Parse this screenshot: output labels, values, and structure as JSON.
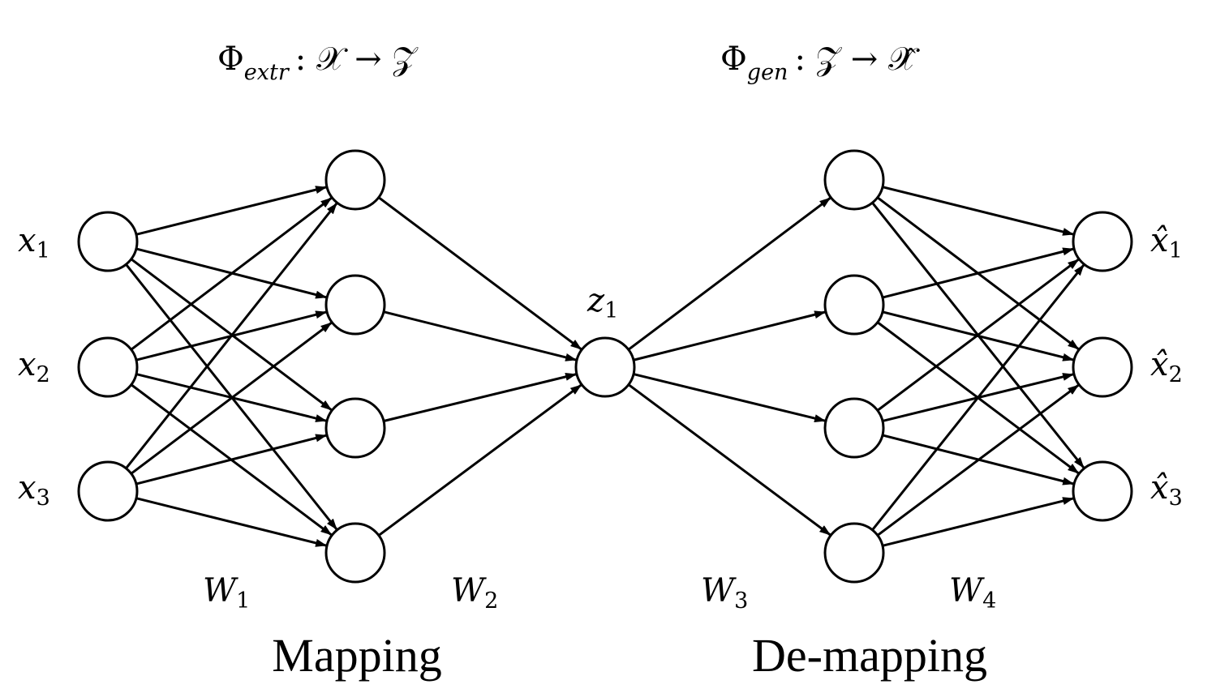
{
  "header": {
    "left_formula": {
      "symbol": "Φ",
      "subscript": "extr",
      "mapping": ": 𝒳 → 𝒵"
    },
    "right_formula": {
      "symbol": "Φ",
      "subscript": "gen",
      "mapping": ": 𝒵 → 𝒳̂"
    }
  },
  "inputs": [
    {
      "base": "x",
      "sub": "1"
    },
    {
      "base": "x",
      "sub": "2"
    },
    {
      "base": "x",
      "sub": "3"
    }
  ],
  "outputs": [
    {
      "base": "x̂",
      "sub": "1"
    },
    {
      "base": "x̂",
      "sub": "2"
    },
    {
      "base": "x̂",
      "sub": "3"
    }
  ],
  "latent": {
    "base": "z",
    "sub": "1"
  },
  "weights": [
    {
      "base": "W",
      "sub": "1"
    },
    {
      "base": "W",
      "sub": "2"
    },
    {
      "base": "W",
      "sub": "3"
    },
    {
      "base": "W",
      "sub": "4"
    }
  ],
  "captions": {
    "mapping": "Mapping",
    "demapping": "De-mapping"
  }
}
